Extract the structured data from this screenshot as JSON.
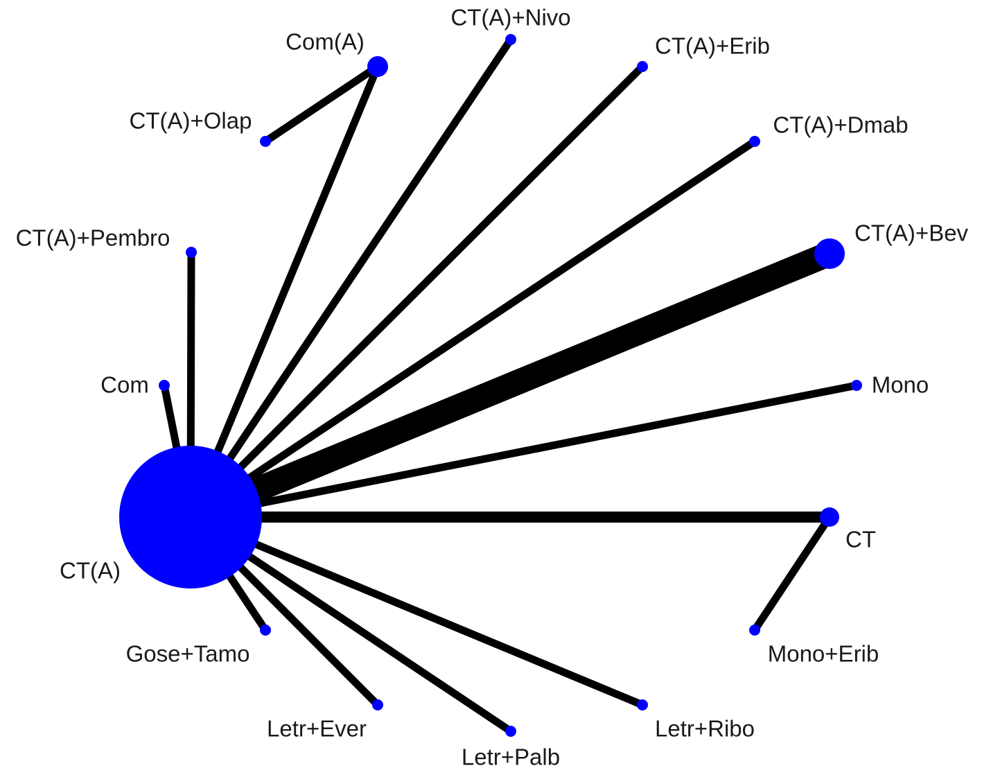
{
  "colors": {
    "node": "#0000ff",
    "edge": "#000000",
    "label": "#1a1a1a",
    "background": "#ffffff"
  },
  "nodes": [
    {
      "id": "cta",
      "label": "CT(A)"
    },
    {
      "id": "ctapembro",
      "label": "CT(A)+Pembro"
    },
    {
      "id": "com",
      "label": "Com"
    },
    {
      "id": "coma",
      "label": "Com(A)"
    },
    {
      "id": "ctaolap",
      "label": "CT(A)+Olap"
    },
    {
      "id": "ctanivo",
      "label": "CT(A)+Nivo"
    },
    {
      "id": "ctaerib",
      "label": "CT(A)+Erib"
    },
    {
      "id": "ctadmab",
      "label": "CT(A)+Dmab"
    },
    {
      "id": "ctabev",
      "label": "CT(A)+Bev"
    },
    {
      "id": "mono",
      "label": "Mono"
    },
    {
      "id": "ct",
      "label": "CT"
    },
    {
      "id": "monoerib",
      "label": "Mono+Erib"
    },
    {
      "id": "gosetamo",
      "label": "Gose+Tamo"
    },
    {
      "id": "letrever",
      "label": "Letr+Ever"
    },
    {
      "id": "letrpalb",
      "label": "Letr+Palb"
    },
    {
      "id": "letrribo",
      "label": "Letr+Ribo"
    }
  ],
  "edges": [
    {
      "from": "cta",
      "to": "ctapembro"
    },
    {
      "from": "cta",
      "to": "com"
    },
    {
      "from": "cta",
      "to": "coma"
    },
    {
      "from": "coma",
      "to": "ctaolap"
    },
    {
      "from": "cta",
      "to": "ctanivo"
    },
    {
      "from": "cta",
      "to": "ctaerib"
    },
    {
      "from": "cta",
      "to": "ctadmab"
    },
    {
      "from": "cta",
      "to": "ctabev"
    },
    {
      "from": "cta",
      "to": "mono"
    },
    {
      "from": "cta",
      "to": "ct"
    },
    {
      "from": "ct",
      "to": "monoerib"
    },
    {
      "from": "cta",
      "to": "gosetamo"
    },
    {
      "from": "cta",
      "to": "letrever"
    },
    {
      "from": "cta",
      "to": "letrpalb"
    },
    {
      "from": "cta",
      "to": "letrribo"
    }
  ]
}
